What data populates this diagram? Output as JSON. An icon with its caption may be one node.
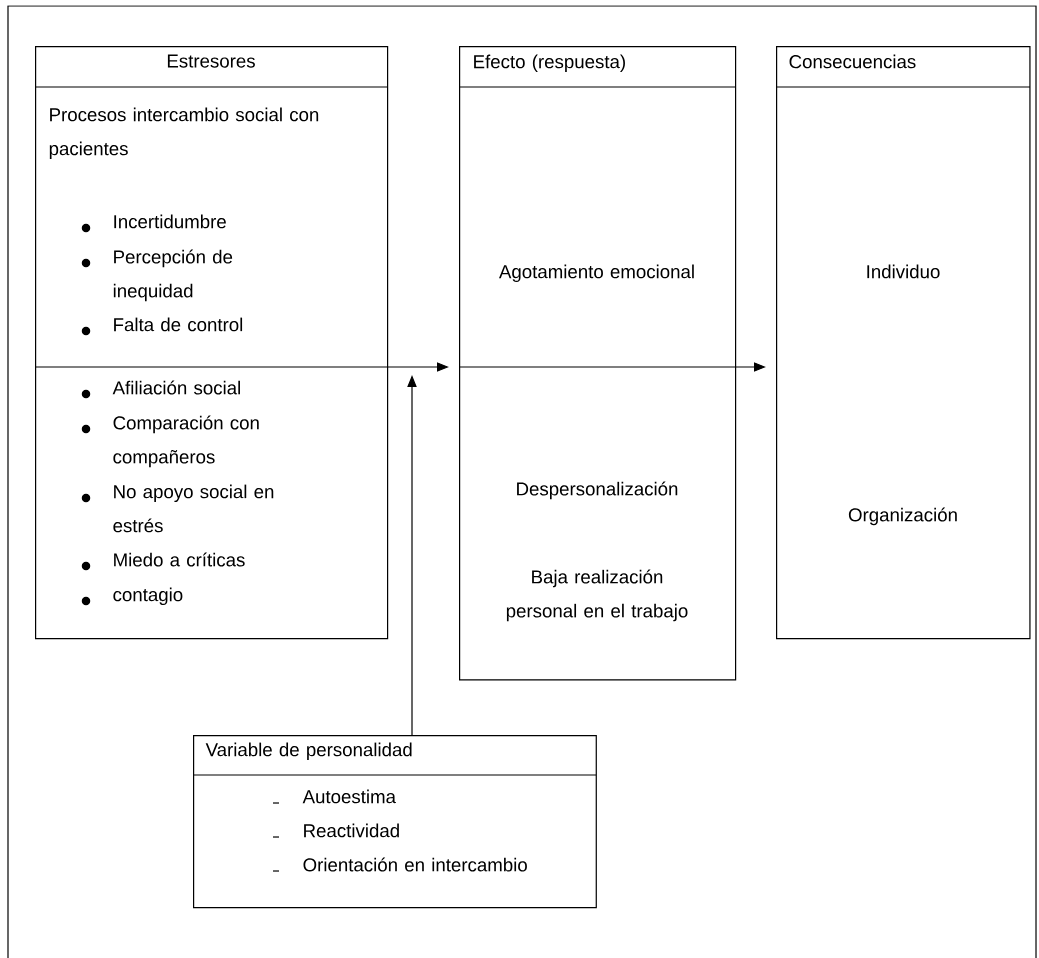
{
  "diagram": {
    "nodes": [
      {
        "text": [
          "Estresores",
          "Procesos intercambio social con pacientes",
          "Incertidumbre",
          "Percepción de inequidad",
          "Falta de control",
          "Afiliación social",
          "Comparación con compañeros",
          "No apoyo social en estrés",
          "Miedo a críticas",
          "contagio"
        ]
      },
      {
        "text": [
          "Efecto (respuesta)",
          "Agotamiento emocional",
          "Despersonalización",
          "Baja realización personal en el trabajo"
        ]
      },
      {
        "text": [
          "Consecuencias",
          "Individuo",
          "Organización"
        ]
      },
      {
        "text": [
          "Variable de personalidad",
          "Autoestima",
          "Reactividad",
          "Orientación en intercambio"
        ]
      }
    ],
    "edges": [
      {
        "from": 0,
        "to": 1,
        "arrow": "to"
      },
      {
        "from": 1,
        "to": 2,
        "arrow": "to"
      },
      {
        "from": 3,
        "to": null,
        "arrow": "to"
      }
    ]
  }
}
